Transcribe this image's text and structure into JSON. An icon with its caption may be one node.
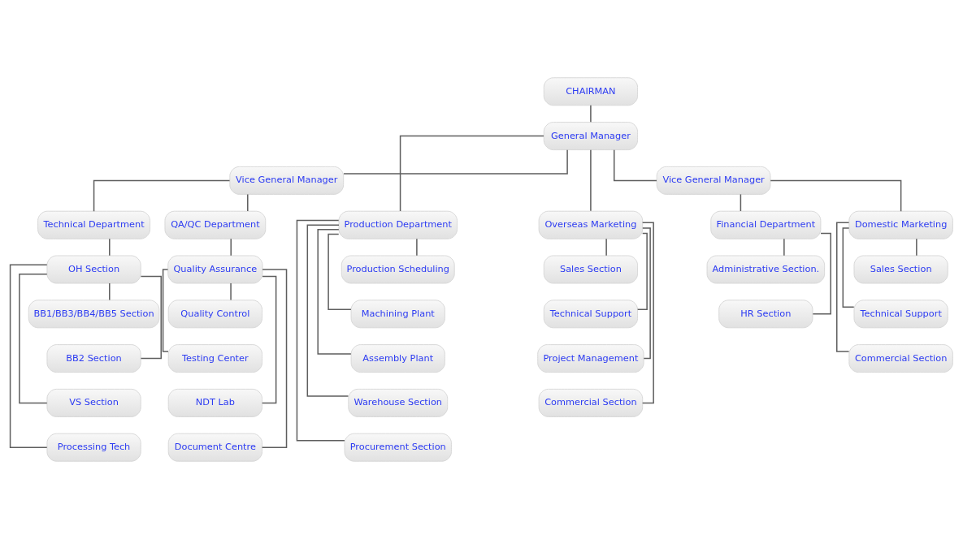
{
  "diagram": {
    "nodes": [
      {
        "text": [
          "CHAIRMAN"
        ]
      },
      {
        "text": [
          "General Manager"
        ]
      },
      {
        "text": [
          "Vice General Manager"
        ]
      },
      {
        "text": [
          "Vice General Manager"
        ]
      },
      {
        "text": [
          "Technical Department"
        ]
      },
      {
        "text": [
          "QA/QC Department"
        ]
      },
      {
        "text": [
          "Production Department"
        ]
      },
      {
        "text": [
          "Overseas Marketing"
        ]
      },
      {
        "text": [
          "Financial Department"
        ]
      },
      {
        "text": [
          "Domestic Marketing"
        ]
      },
      {
        "text": [
          "OH Section"
        ]
      },
      {
        "text": [
          "Quality Assurance"
        ]
      },
      {
        "text": [
          "Production Scheduling"
        ]
      },
      {
        "text": [
          "Sales Section"
        ]
      },
      {
        "text": [
          "Administrative Section."
        ]
      },
      {
        "text": [
          "Sales Section"
        ]
      },
      {
        "text": [
          "BB1/BB3/BB4/BB5 Section"
        ]
      },
      {
        "text": [
          "Quality Control"
        ]
      },
      {
        "text": [
          "Machining Plant"
        ]
      },
      {
        "text": [
          "Technical Support"
        ]
      },
      {
        "text": [
          "HR Section"
        ]
      },
      {
        "text": [
          "Technical Support"
        ]
      },
      {
        "text": [
          "BB2 Section"
        ]
      },
      {
        "text": [
          "Testing Center"
        ]
      },
      {
        "text": [
          "Assembly Plant"
        ]
      },
      {
        "text": [
          "Project Management"
        ]
      },
      {
        "text": [
          "Commercial Section"
        ]
      },
      {
        "text": [
          "VS Section"
        ]
      },
      {
        "text": [
          "NDT Lab"
        ]
      },
      {
        "text": [
          "Warehouse Section"
        ]
      },
      {
        "text": [
          "Commercial Section"
        ]
      },
      {
        "text": [
          "Processing Tech"
        ]
      },
      {
        "text": [
          "Document Centre"
        ]
      },
      {
        "text": [
          "Procurement Section"
        ]
      }
    ],
    "edges": [
      {
        "from": 0,
        "to": 1,
        "arrow": "none"
      },
      {
        "from": 1,
        "to": 2,
        "arrow": "none"
      },
      {
        "from": 1,
        "to": 6,
        "arrow": "none"
      },
      {
        "from": 1,
        "to": 7,
        "arrow": "none"
      },
      {
        "from": 1,
        "to": 3,
        "arrow": "none"
      },
      {
        "from": 2,
        "to": 4,
        "arrow": "none"
      },
      {
        "from": 2,
        "to": 5,
        "arrow": "none"
      },
      {
        "from": 3,
        "to": 8,
        "arrow": "none"
      },
      {
        "from": 3,
        "to": 9,
        "arrow": "none"
      },
      {
        "from": 4,
        "to": 10,
        "arrow": "none"
      },
      {
        "from": 10,
        "to": 16,
        "arrow": "none"
      },
      {
        "from": 10,
        "to": 22,
        "arrow": "none"
      },
      {
        "from": 10,
        "to": 27,
        "arrow": "none"
      },
      {
        "from": 10,
        "to": 31,
        "arrow": "none"
      },
      {
        "from": 5,
        "to": 11,
        "arrow": "none"
      },
      {
        "from": 11,
        "to": 17,
        "arrow": "none"
      },
      {
        "from": 11,
        "to": 23,
        "arrow": "none"
      },
      {
        "from": 11,
        "to": 28,
        "arrow": "none"
      },
      {
        "from": 11,
        "to": 32,
        "arrow": "none"
      },
      {
        "from": 6,
        "to": 12,
        "arrow": "none"
      },
      {
        "from": 6,
        "to": 18,
        "arrow": "none"
      },
      {
        "from": 6,
        "to": 24,
        "arrow": "none"
      },
      {
        "from": 6,
        "to": 29,
        "arrow": "none"
      },
      {
        "from": 6,
        "to": 33,
        "arrow": "none"
      },
      {
        "from": 7,
        "to": 13,
        "arrow": "none"
      },
      {
        "from": 7,
        "to": 19,
        "arrow": "none"
      },
      {
        "from": 7,
        "to": 25,
        "arrow": "none"
      },
      {
        "from": 7,
        "to": 30,
        "arrow": "none"
      },
      {
        "from": 8,
        "to": 14,
        "arrow": "none"
      },
      {
        "from": 8,
        "to": 20,
        "arrow": "none"
      },
      {
        "from": 9,
        "to": 15,
        "arrow": "none"
      },
      {
        "from": 9,
        "to": 21,
        "arrow": "none"
      },
      {
        "from": 9,
        "to": 26,
        "arrow": "none"
      }
    ]
  }
}
